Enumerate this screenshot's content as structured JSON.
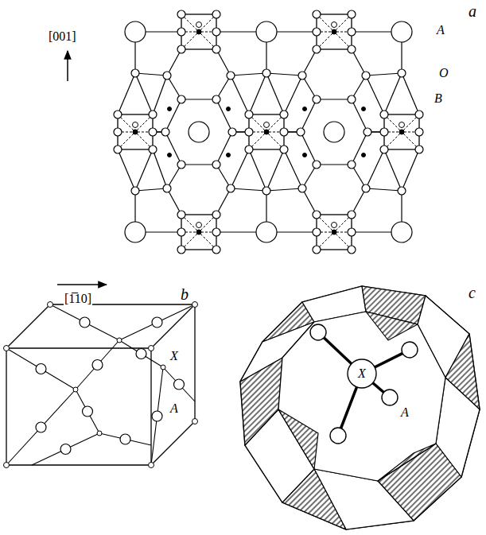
{
  "diagram": {
    "labels": [
      "[001]",
      "[1̅10]",
      "a",
      "A",
      "O",
      "B",
      "b",
      "X",
      "A",
      "c",
      "X",
      "A"
    ]
  }
}
